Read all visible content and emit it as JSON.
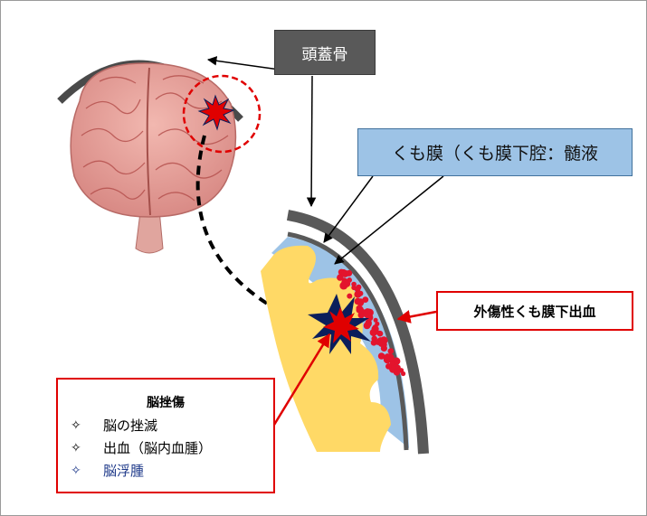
{
  "labels": {
    "skull": "頭蓋骨",
    "arachnoid": "くも膜（くも膜下腔：髄液",
    "traumatic_sah": "外傷性くも膜下出血"
  },
  "contusion": {
    "title": "脳挫傷",
    "items": [
      {
        "bullet": "✧",
        "text": "脳の挫滅"
      },
      {
        "bullet": "✧",
        "text": "出血（脳内血腫）"
      },
      {
        "bullet": "✧",
        "text": "脳浮腫"
      }
    ]
  },
  "colors": {
    "skull": "#595959",
    "csf": "#9dc3e6",
    "brain_tissue": "#ffd966",
    "blood": "#e3142d",
    "injury_dark": "#0b1e5b",
    "callout_border": "#e00000"
  }
}
